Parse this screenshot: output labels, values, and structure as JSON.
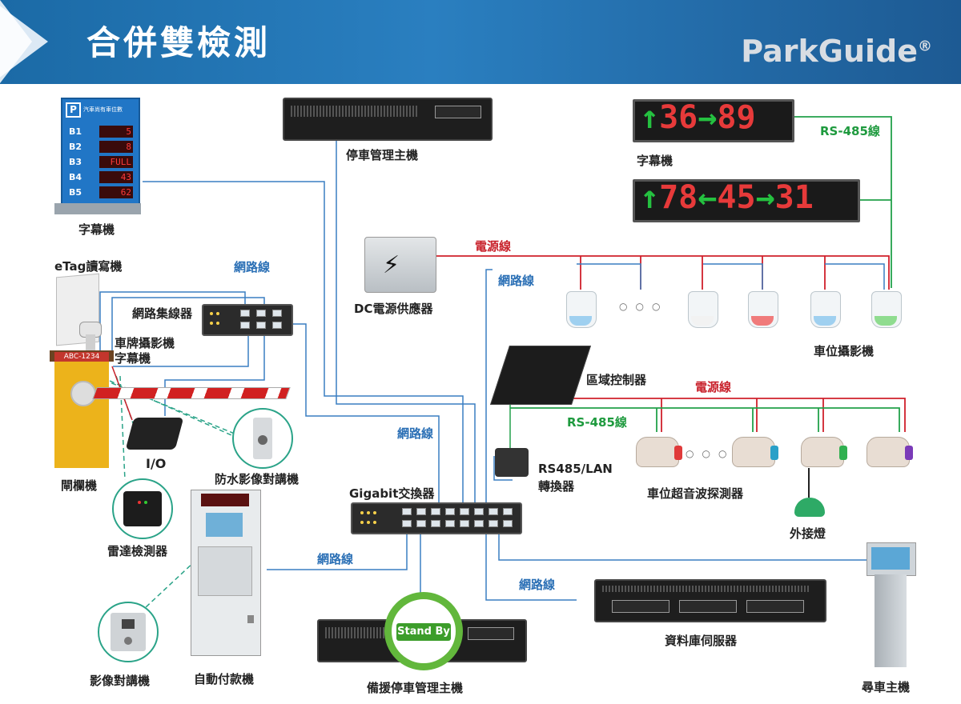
{
  "header": {
    "title": "合併雙檢測",
    "brand": "ParkGuide",
    "brand_mark": "®"
  },
  "sign_board": {
    "title": "汽車尚有車位數",
    "p_symbol": "P",
    "rows": [
      {
        "floor": "B1",
        "value": "5"
      },
      {
        "floor": "B2",
        "value": "8"
      },
      {
        "floor": "B3",
        "value": "FULL"
      },
      {
        "floor": "B4",
        "value": "43"
      },
      {
        "floor": "B5",
        "value": "62"
      }
    ]
  },
  "led_sign_1": {
    "arrow_up": "↑",
    "n1": "36",
    "arrow_right": "→",
    "n2": "89"
  },
  "led_sign_2": {
    "arrow_up": "↑",
    "n1": "78",
    "arrow_left": "←",
    "n2": "45",
    "arrow_right": "→",
    "n3": "31"
  },
  "plate_text": "ABC-1234",
  "standby_text": "Stand By",
  "labels": {
    "sign_board": "字幕機",
    "parking_host": "停車管理主機",
    "led_sign": "字幕機",
    "rs485_top": "RS-485線",
    "power_top": "電源線",
    "network_dc": "網路線",
    "dc_supply": "DC電源供應器",
    "etag": "eTag讀寫機",
    "network_hub": "網路線",
    "hub": "網路集線器",
    "plate_cam": "車牌攝影機",
    "plate_sign": "字幕機",
    "barrier": "閘欄機",
    "io": "I/O",
    "intercom_waterproof": "防水影像對講機",
    "radar": "雷達檢測器",
    "kiosk": "自動付款機",
    "video_intercom": "影像對講機",
    "network_switch": "網路線",
    "gigabit": "Gigabit交換器",
    "network_kiosk": "網路線",
    "backup_host": "備援停車管理主機",
    "network_db": "網路線",
    "db_server": "資料庫伺服器",
    "space_cam": "車位攝影機",
    "zone_ctrl": "區域控制器",
    "power_mid": "電源線",
    "rs485_mid": "RS-485線",
    "converter_line1": "RS485/LAN",
    "converter_line2": "轉換器",
    "ultrasonic": "車位超音波探測器",
    "ext_lamp": "外接燈",
    "finder": "尋車主機"
  },
  "colors": {
    "network": "#3a7fc2",
    "power": "#d0202b",
    "rs485": "#22a14a",
    "dashed": "#2aa388"
  }
}
